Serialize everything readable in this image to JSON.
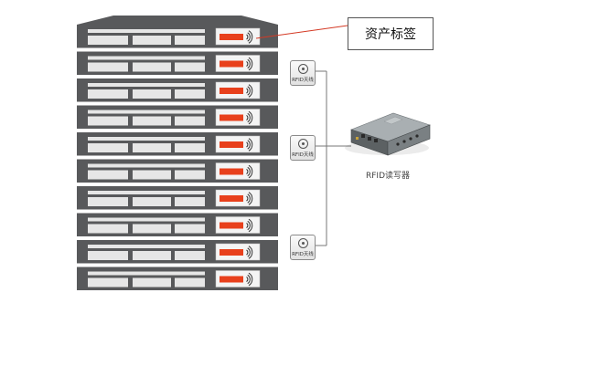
{
  "labels": {
    "asset_tag": "资产标签",
    "antenna": "RFID天线",
    "reader": "RFID读写器"
  },
  "rack": {
    "unit_count": 10
  },
  "colors": {
    "rack": "#58595b",
    "slot": "#e6e6e6",
    "tag": "#e8401c",
    "line_gray": "#777777",
    "line_red": "#d43a25"
  },
  "icons": {
    "antenna": "rfid-antenna-icon",
    "reader": "rfid-reader-icon",
    "signal": "signal-waves-icon"
  }
}
